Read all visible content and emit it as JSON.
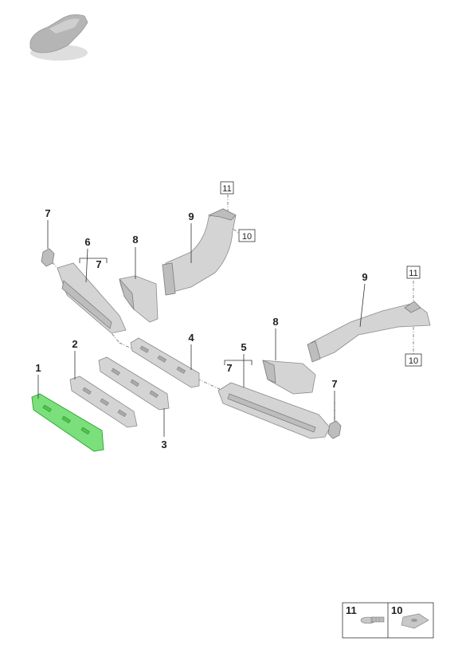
{
  "parts": [
    {
      "id": "part-1",
      "label": "1",
      "highlighted": true
    },
    {
      "id": "part-2",
      "label": "2"
    },
    {
      "id": "part-3",
      "label": "3"
    },
    {
      "id": "part-4",
      "label": "4"
    },
    {
      "id": "part-5",
      "label": "5"
    },
    {
      "id": "part-6",
      "label": "6"
    },
    {
      "id": "part-7a",
      "label": "7"
    },
    {
      "id": "part-7b",
      "label": "7"
    },
    {
      "id": "part-7c",
      "label": "7"
    },
    {
      "id": "part-7d",
      "label": "7"
    },
    {
      "id": "part-8a",
      "label": "8"
    },
    {
      "id": "part-8b",
      "label": "8"
    },
    {
      "id": "part-9a",
      "label": "9"
    },
    {
      "id": "part-9b",
      "label": "9"
    }
  ],
  "boxed_labels": {
    "b11a": "11",
    "b10a": "10",
    "b11b": "11",
    "b10b": "10"
  },
  "legend": {
    "screw_label": "11",
    "clip_label": "10"
  },
  "colors": {
    "highlight": "#7be07b",
    "part": "#d4d4d4"
  },
  "icons": {
    "vehicle": "car-silhouette-icon"
  }
}
